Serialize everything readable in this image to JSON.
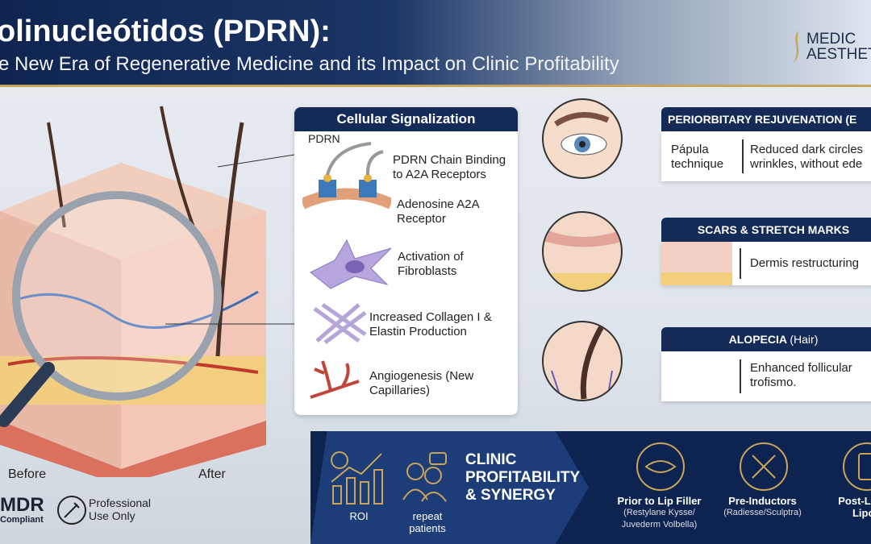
{
  "header": {
    "title": "olinucleótidos (PDRN):",
    "subtitle": "e New Era of Regenerative Medicine and its Impact on Clinic Profitability",
    "logo_line1": "MEDIC",
    "logo_line2": "AESTHET"
  },
  "skin": {
    "before_label": "Before",
    "after_label": "After"
  },
  "badges": {
    "mdr": "MDR",
    "mdr_sub": "Compliant",
    "professional": "Professional Use Only"
  },
  "cellular": {
    "title": "Cellular Signalization",
    "pdrn_label": "PDRN",
    "items": [
      {
        "label": "PDRN Chain Binding to A2A Receptors"
      },
      {
        "label": "Adenosine A2A Receptor"
      },
      {
        "label": "Activation of Fibroblasts"
      },
      {
        "label": "Increased Collagen I & Elastin Production"
      },
      {
        "label": "Angiogenesis (New Capillaries)"
      }
    ]
  },
  "indications": [
    {
      "title": "PERIORBITARY REJUVENATION (E",
      "technique": "Pápula technique",
      "result": "Reduced dark circles wrinkles, without ede"
    },
    {
      "title": "SCARS & STRETCH MARKS",
      "result": "Dermis restructuring"
    },
    {
      "title": "ALOPECIA",
      "title_suffix": "(Hair)",
      "result": "Enhanced follicular trofismo."
    }
  ],
  "profit": {
    "title": "CLINIC PROFITABILITY & SYNERGY",
    "roi": "ROI",
    "repeat": "repeat patients",
    "synergy": [
      {
        "label": "Prior to Lip Filler",
        "sub": "(Restylane Kysse/ Juvederm Volbella)",
        "icon": "lips-icon"
      },
      {
        "label": "Pre-Inductors",
        "sub": "(Radiesse/Sculptra)",
        "icon": "syringe-icon"
      },
      {
        "label": "Post-Leme",
        "sub": "Lipol",
        "icon": "vial-icon"
      }
    ]
  },
  "colors": {
    "navy": "#142a57",
    "gold": "#c9a45a"
  }
}
